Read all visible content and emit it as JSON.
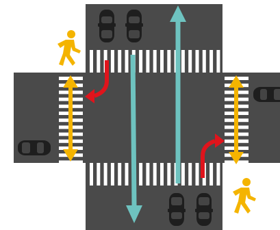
{
  "diagram": {
    "kind": "intersection-traffic-phase",
    "elements": {
      "road": "road-surface",
      "crosswalks": [
        "crosswalk-north",
        "crosswalk-south",
        "crosswalk-west",
        "crosswalk-east"
      ],
      "vehicle_flows": [
        {
          "id": "southbound-through",
          "direction": "south"
        },
        {
          "id": "northbound-through",
          "direction": "north"
        }
      ],
      "turns": [
        {
          "id": "northeast-right-turn",
          "from": "north",
          "turn": "right"
        },
        {
          "id": "southeast-right-turn",
          "from": "south",
          "turn": "right"
        }
      ],
      "pedestrian_crossings": [
        {
          "id": "west-pedestrian-crossing",
          "orientation": "vertical"
        },
        {
          "id": "east-pedestrian-crossing",
          "orientation": "vertical"
        }
      ],
      "cars": [
        {
          "id": "car-north-1",
          "heading": "south"
        },
        {
          "id": "car-north-2",
          "heading": "south"
        },
        {
          "id": "car-south-1",
          "heading": "north"
        },
        {
          "id": "car-south-2",
          "heading": "north"
        },
        {
          "id": "car-west",
          "heading": "east"
        },
        {
          "id": "car-east",
          "heading": "west"
        }
      ],
      "pedestrians": [
        {
          "id": "pedestrian-northwest",
          "facing": "right"
        },
        {
          "id": "pedestrian-southeast",
          "facing": "right"
        }
      ]
    },
    "colors": {
      "road": "#4a4a4a",
      "crosswalk_stripe": "#ffffff",
      "vehicle_flow": "#6ec3c0",
      "turn_arrow": "#e0141c",
      "pedestrian_crossing": "#f4b400",
      "pedestrian_icon": "#f4b400",
      "car_body": "#222222",
      "car_window": "#3a3a3a"
    }
  }
}
